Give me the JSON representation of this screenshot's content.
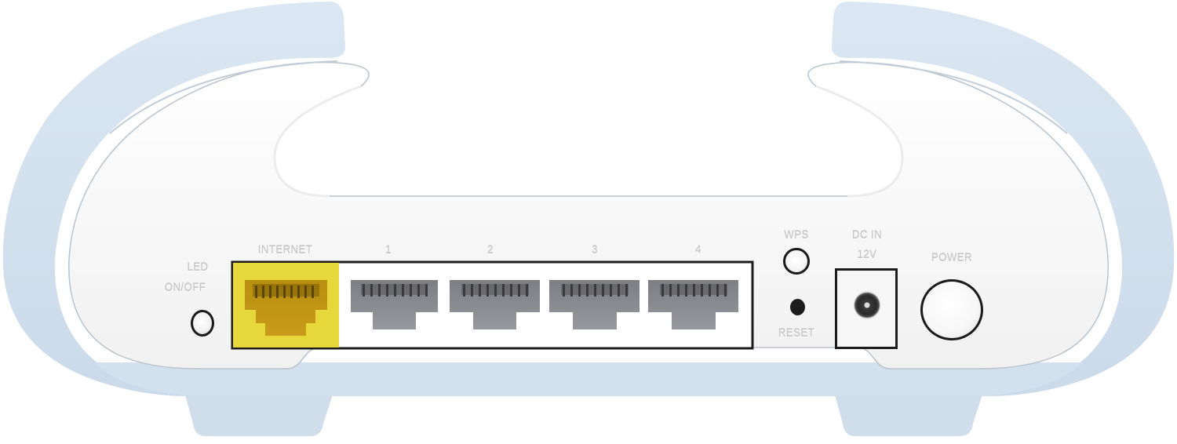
{
  "device": {
    "type": "wifi-mesh-router-rear-panel",
    "colors": {
      "shell_blue": "#d3e1ee",
      "body_white": "#f5f5f5",
      "internet_port_yellow": "#e6d83a",
      "lan_port_gray": "#8e8f94",
      "outline_black": "#1a1a1a",
      "label_gray": "#c4c4c4"
    }
  },
  "labels": {
    "led_line1": "LED",
    "led_line2": "ON/OFF",
    "internet": "INTERNET",
    "lan1": "1",
    "lan2": "2",
    "lan3": "3",
    "lan4": "4",
    "wps": "WPS",
    "reset": "RESET",
    "dcin_line1": "DC IN",
    "dcin_line2": "12V",
    "power": "POWER"
  },
  "ports": [
    {
      "name": "INTERNET",
      "kind": "WAN",
      "color": "yellow"
    },
    {
      "name": "1",
      "kind": "LAN",
      "color": "gray"
    },
    {
      "name": "2",
      "kind": "LAN",
      "color": "gray"
    },
    {
      "name": "3",
      "kind": "LAN",
      "color": "gray"
    },
    {
      "name": "4",
      "kind": "LAN",
      "color": "gray"
    }
  ]
}
